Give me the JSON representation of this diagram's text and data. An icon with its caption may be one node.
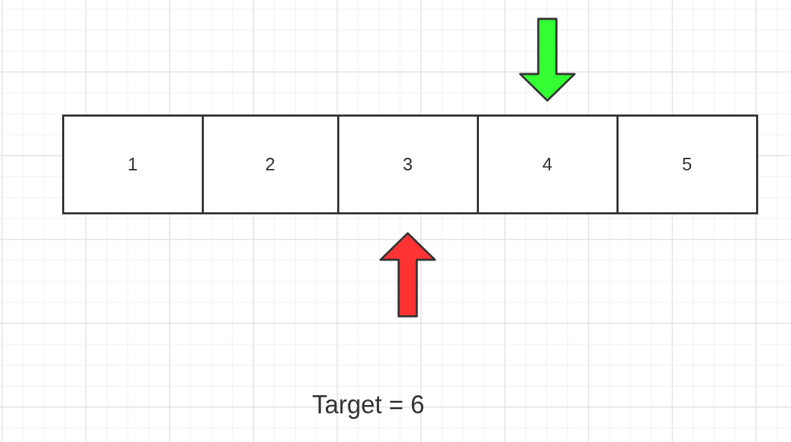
{
  "diagram": {
    "nodes": [
      {
        "text": [
          "1"
        ]
      },
      {
        "text": [
          "2"
        ]
      },
      {
        "text": [
          "3"
        ]
      },
      {
        "text": [
          "4"
        ]
      },
      {
        "text": [
          "5"
        ]
      }
    ],
    "edges": [
      {
        "from": null,
        "to": 3,
        "arrow": "to",
        "style": "thick",
        "color": "#33ff33"
      },
      {
        "from": null,
        "to": 2,
        "arrow": "to",
        "style": "thick",
        "color": "#ff3333"
      }
    ],
    "labels": [
      "Target = 6"
    ]
  }
}
